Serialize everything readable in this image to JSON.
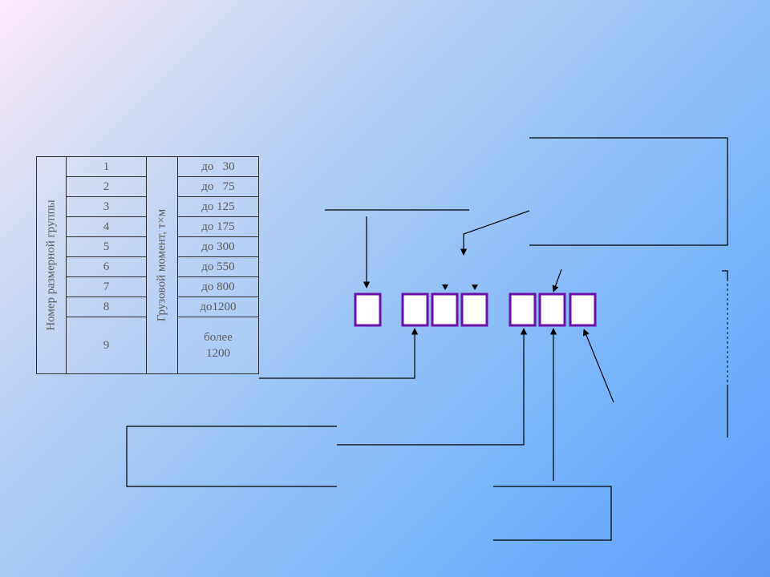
{
  "table": {
    "col_group_header": "Номер размерной группы",
    "col_moment_header": "Грузовой момент, т×м",
    "rows": [
      {
        "group": "1",
        "moment": "до   30"
      },
      {
        "group": "2",
        "moment": "до   75"
      },
      {
        "group": "3",
        "moment": "до 125"
      },
      {
        "group": "4",
        "moment": "до 175"
      },
      {
        "group": "5",
        "moment": "до 300"
      },
      {
        "group": "6",
        "moment": "до 550"
      },
      {
        "group": "7",
        "moment": "до 800"
      },
      {
        "group": "8",
        "moment": "до1200"
      },
      {
        "group": "9",
        "moment": "более\n1200"
      }
    ]
  },
  "colors": {
    "box_border": "#6a0fa8",
    "box_fill": "#ffffff",
    "line": "#000000",
    "table_text": "#5a5a5a"
  },
  "code_positions": 7
}
